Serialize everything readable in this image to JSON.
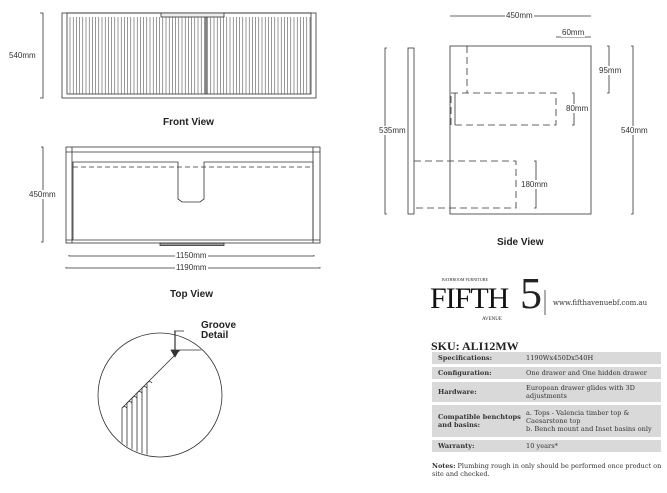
{
  "front_view": {
    "title": "Front View",
    "height_dim": "540mm"
  },
  "top_view": {
    "title": "Top View",
    "depth_dim": "450mm",
    "inner_width_dim": "1150mm",
    "overall_width_dim": "1190mm"
  },
  "groove_detail": {
    "title": "Groove Detail"
  },
  "side_view": {
    "title": "Side View",
    "depth_dim": "450mm",
    "offset_dim": "60mm",
    "top_dim": "95mm",
    "drawer_dim": "80mm",
    "panel_height_dim": "535mm",
    "height_dim": "540mm",
    "lower_drawer_dim": "180mm"
  },
  "brand": {
    "logo_text": "FIFTH",
    "logo_sub_top": "BATHROOM FURNITURE",
    "logo_sub_bottom": "AVENUE",
    "logo_number": "5",
    "url": "www.fifthavenuebf.com.au"
  },
  "sku": "SKU: ALI12MW",
  "specs": [
    {
      "label": "Specifications:",
      "value": "1190Wx450Dx540H"
    },
    {
      "label": "Configuration:",
      "value": "One drawer and One hidden drawer"
    },
    {
      "label": "Hardware:",
      "value": "European drawer glides with 3D adjustments"
    },
    {
      "label": "Compatible benchtops and basins:",
      "value": "a. Tops - Valencia timber top & Caesarstone top\nb. Bench mount and Inset basins only"
    },
    {
      "label": "Warranty:",
      "value": "10 years*"
    }
  ],
  "notes_label": "Notes:",
  "notes": " Plumbing rough in only should be performed once product on site and checked."
}
